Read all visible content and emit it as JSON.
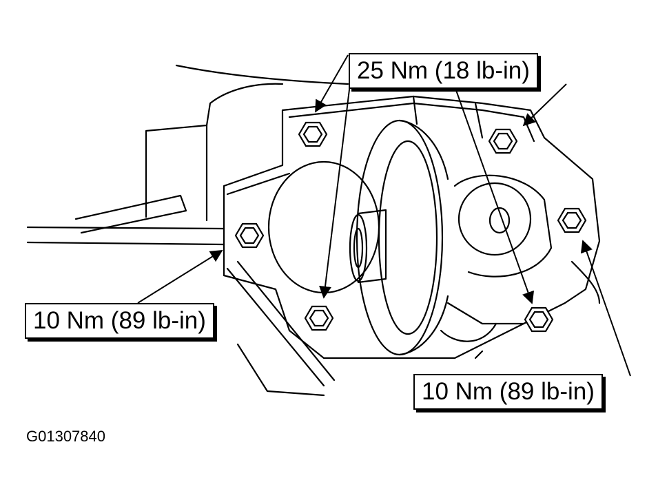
{
  "labels": {
    "top_torque": "25 Nm (18 lb-in)",
    "left_torque": "10 Nm (89 lb-in)",
    "right_torque": "10 Nm (89 lb-in)"
  },
  "figure_id": "G01307840",
  "colors": {
    "ink": "#000000",
    "paper": "#ffffff"
  }
}
